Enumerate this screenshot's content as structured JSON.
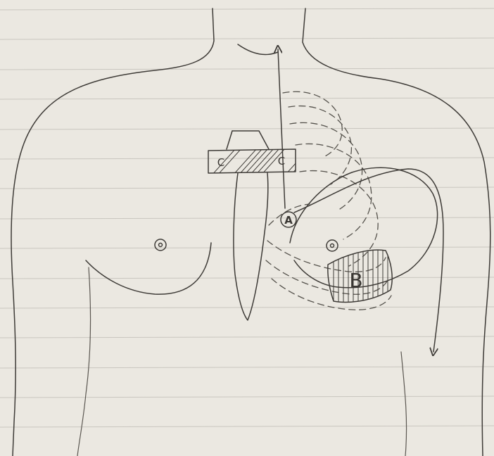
{
  "labels": {
    "a": "A",
    "b": "B",
    "c_left": "C",
    "c_right": "C"
  }
}
